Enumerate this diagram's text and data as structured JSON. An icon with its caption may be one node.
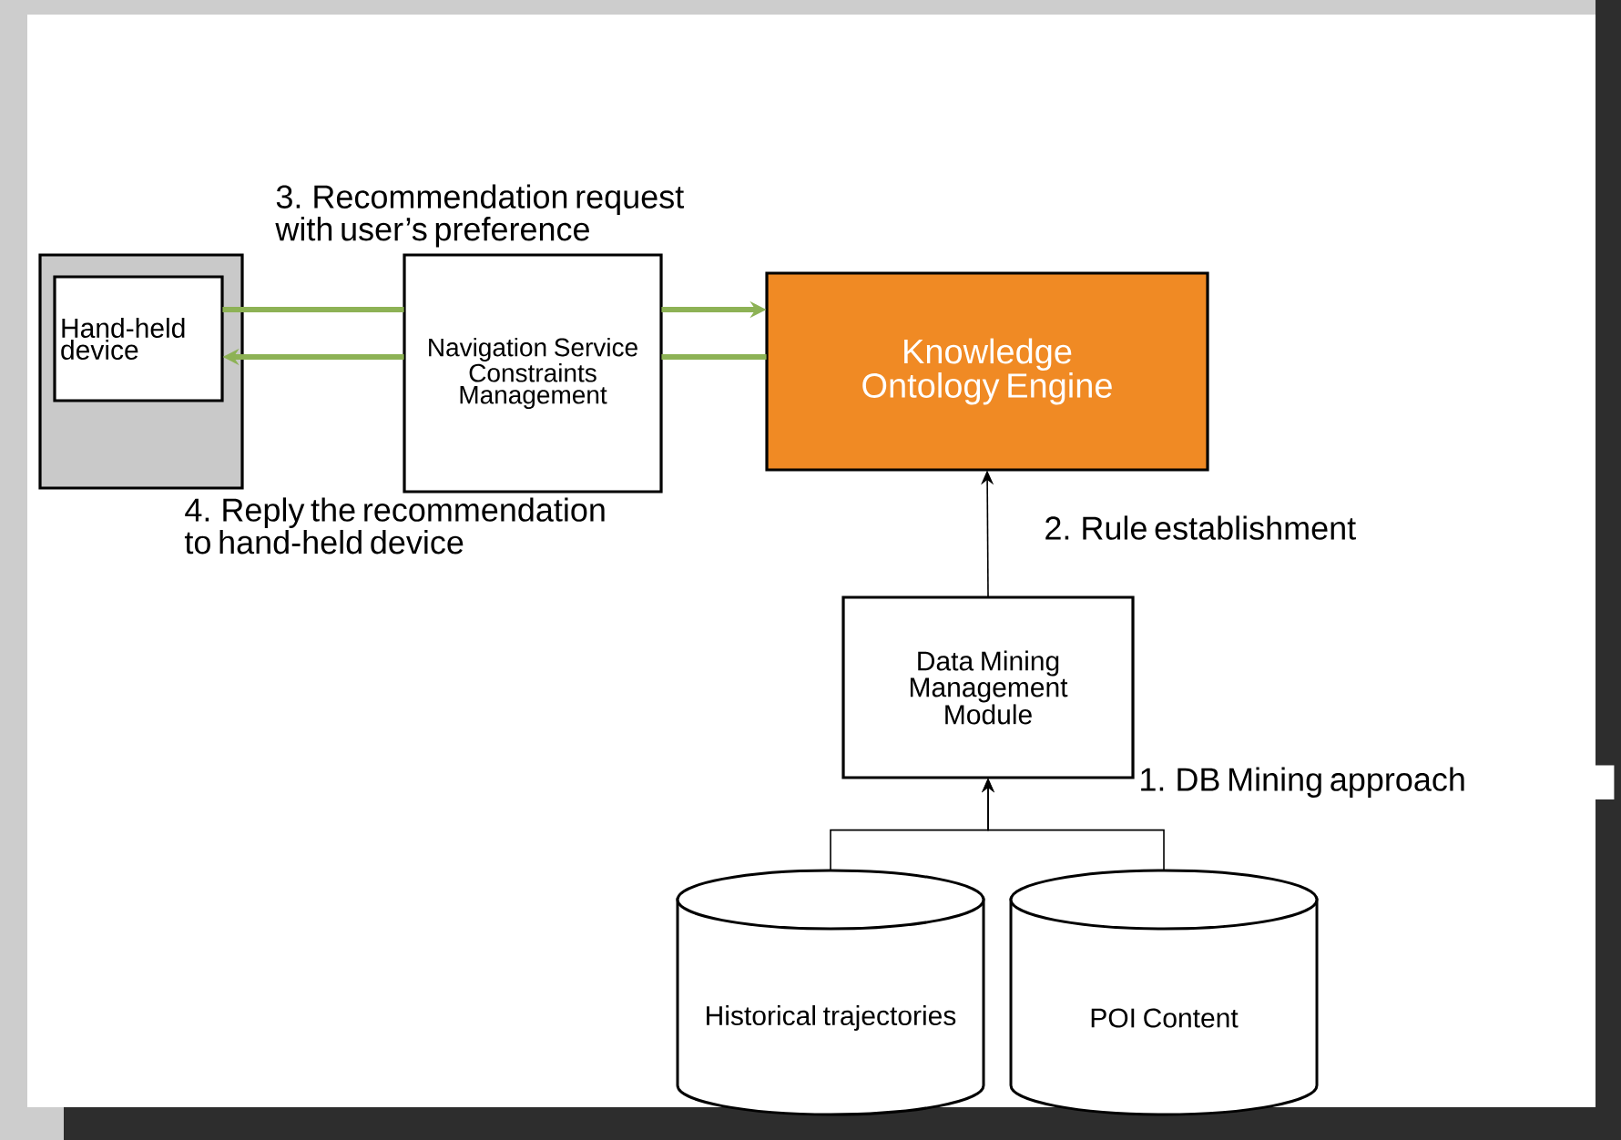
{
  "diagram": {
    "nodes": [
      {
        "text": [],
        "shape": "box"
      },
      {
        "text": [
          "Hand-held device"
        ],
        "in": 0
      },
      {
        "text": [
          "Navigation Service Constraints Management"
        ]
      },
      {
        "text": [
          "Knowledge Ontology Engine"
        ]
      },
      {
        "text": [
          "Data Mining Management Module"
        ]
      },
      {
        "text": [
          "Historical trajectories"
        ]
      },
      {
        "text": [
          "POI Content"
        ]
      }
    ],
    "edges": [
      {
        "from": 1,
        "to": 2,
        "arrow": "none",
        "label": "3. Recommendation request with user’s preference"
      },
      {
        "from": 2,
        "to": 3,
        "arrow": "to"
      },
      {
        "from": 3,
        "to": 2,
        "arrow": "none"
      },
      {
        "from": 2,
        "to": 1,
        "arrow": "to",
        "label": "4. Reply the recommendation to hand-held device"
      },
      {
        "from": 4,
        "to": 3,
        "arrow": "to",
        "label": "2. Rule establishment",
        "color": "#000000"
      },
      {
        "from": 5,
        "to": 4,
        "arrow": "to",
        "color": "#000000"
      },
      {
        "from": 6,
        "to": 4,
        "arrow": "to",
        "label": "1. DB Mining approach",
        "color": "#000000"
      }
    ]
  }
}
